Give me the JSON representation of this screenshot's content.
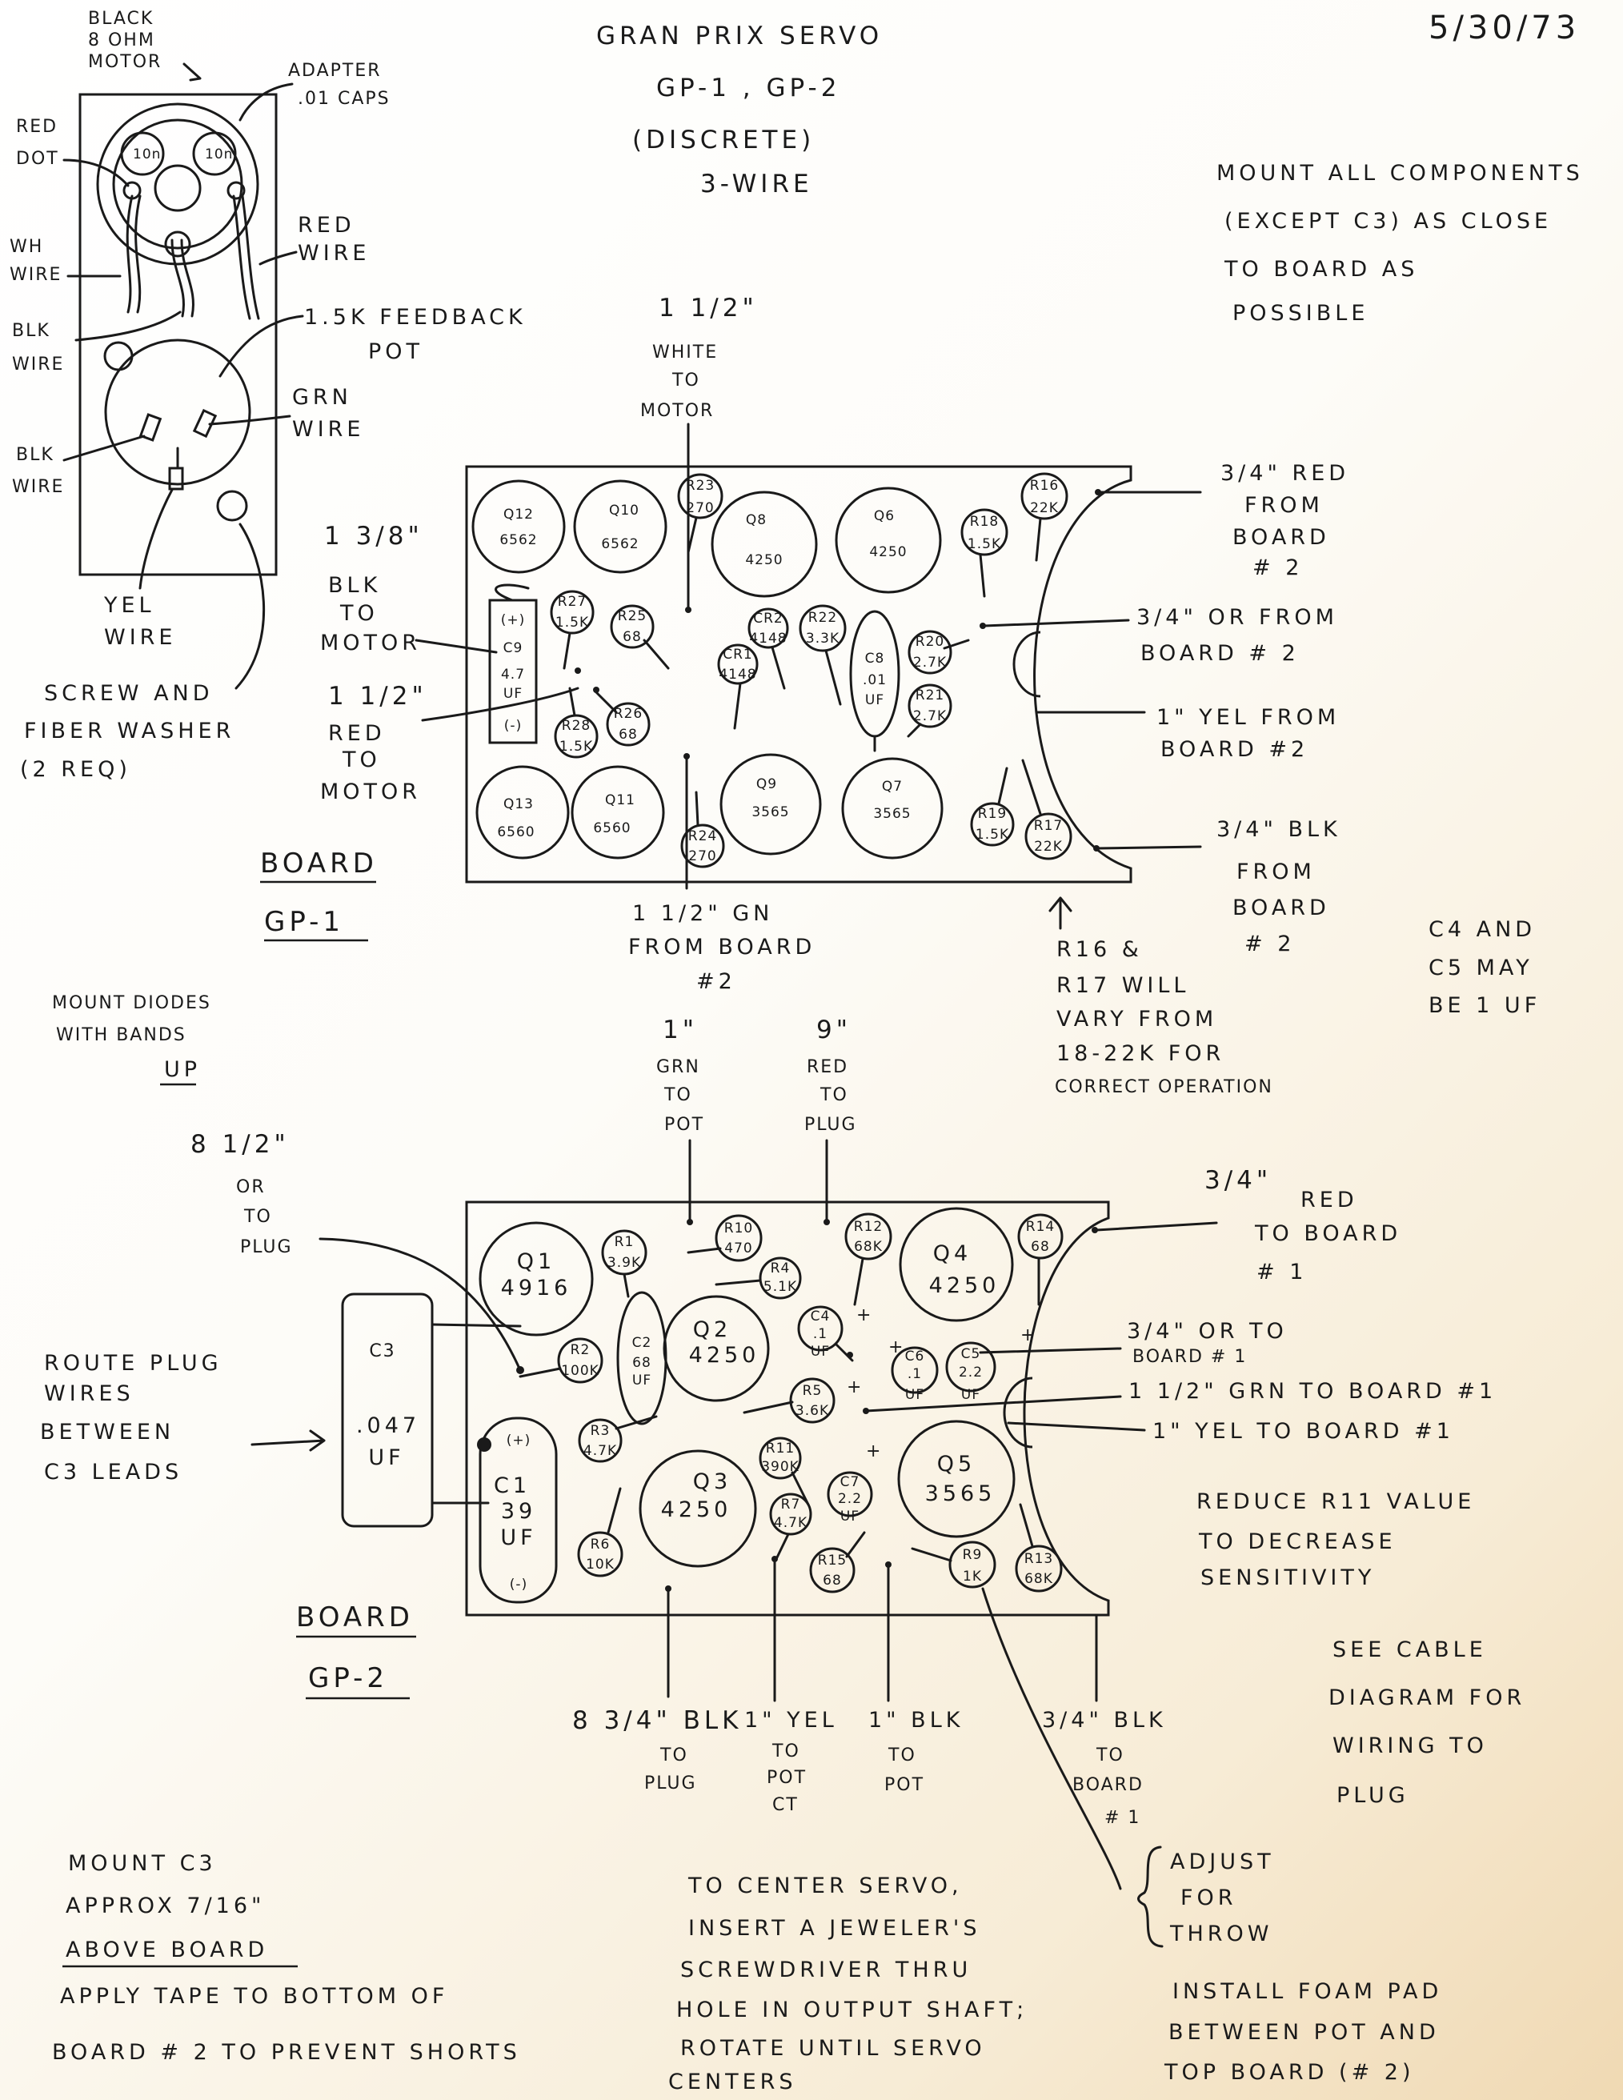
{
  "header": {
    "title_lines": [
      "GRAN PRIX SERVO",
      "GP-1 , GP-2",
      "(DISCRETE)",
      "3-WIRE"
    ],
    "date": "5/30/73"
  },
  "motor_view": {
    "labels": {
      "motor": [
        "BLACK",
        "8 OHM",
        "MOTOR"
      ],
      "adapter": [
        "ADAPTER",
        ".01 CAPS"
      ],
      "red_dot": [
        "RED",
        "DOT"
      ],
      "red_wire": [
        "RED",
        "WIRE"
      ],
      "wh_wire": [
        "WH",
        "WIRE"
      ],
      "blk_wire_top": [
        "BLK",
        "WIRE"
      ],
      "feedback_pot": [
        "1.5K FEEDBACK",
        "POT"
      ],
      "grn_wire": [
        "GRN",
        "WIRE"
      ],
      "blk_wire_bottom": [
        "BLK",
        "WIRE"
      ],
      "yel_wire": [
        "YEL",
        "WIRE"
      ],
      "screw": [
        "SCREW AND",
        "FIBER WASHER",
        "(2 REQ)"
      ]
    },
    "cap_marks": [
      "10n",
      "10n"
    ]
  },
  "notes": {
    "mount_all": [
      "MOUNT ALL COMPONENTS",
      "(EXCEPT C3) AS CLOSE",
      "TO BOARD AS",
      "POSSIBLE"
    ],
    "diodes": [
      "MOUNT DIODES",
      "WITH BANDS"
    ],
    "diodes_up": "UP",
    "c4c5": [
      "C4 AND",
      "C5 MAY",
      "BE 1 UF"
    ],
    "r16r17": [
      "R16 &",
      "R17 WILL",
      "VARY FROM",
      "18-22K FOR",
      "CORRECT OPERATION"
    ],
    "reduce_r11": [
      "REDUCE R11 VALUE",
      "TO DECREASE",
      "SENSITIVITY"
    ],
    "see_cable": [
      "SEE CABLE",
      "DIAGRAM FOR",
      "WIRING TO",
      "PLUG"
    ],
    "route_plug": [
      "ROUTE PLUG",
      "WIRES",
      "BETWEEN",
      "C3 LEADS"
    ],
    "adjust": [
      "ADJUST",
      "FOR",
      "THROW"
    ],
    "mount_c3": [
      "MOUNT C3",
      "APPROX 7/16\"",
      "ABOVE BOARD"
    ],
    "tape": [
      "APPLY TAPE TO BOTTOM OF",
      "BOARD # 2 TO PREVENT SHORTS"
    ],
    "center": [
      "TO CENTER SERVO,",
      "INSERT A JEWELER'S",
      "SCREWDRIVER THRU",
      "HOLE IN OUTPUT SHAFT;",
      "ROTATE UNTIL SERVO",
      "CENTERS"
    ],
    "foam": [
      "INSTALL FOAM PAD",
      "BETWEEN POT AND",
      "TOP BOARD (# 2)"
    ]
  },
  "board1": {
    "name": "BOARD",
    "id": "GP-1",
    "wires": {
      "white_motor": [
        "1 1/2\"",
        "WHITE",
        "TO",
        "MOTOR"
      ],
      "blk_motor": [
        "1 3/8\"",
        "BLK",
        "TO",
        "MOTOR"
      ],
      "red_motor": [
        "1 1/2\"",
        "RED",
        "TO",
        "MOTOR"
      ],
      "gn_board2": [
        "1 1/2\" GN",
        "FROM BOARD",
        "#2"
      ],
      "red_board2": [
        "3/4\" RED",
        "FROM",
        "BOARD",
        "# 2"
      ],
      "or_board2": [
        "3/4\" OR FROM",
        "BOARD # 2"
      ],
      "yel_board2": [
        "1\" YEL FROM",
        "BOARD #2"
      ],
      "blk_board2": [
        "3/4\" BLK",
        "FROM",
        "BOARD",
        "# 2"
      ]
    },
    "parts": {
      "Q12": [
        "Q12",
        "6562"
      ],
      "Q10": [
        "Q10",
        "6562"
      ],
      "Q8": [
        "Q8",
        "4250"
      ],
      "Q6": [
        "Q6",
        "4250"
      ],
      "Q13": [
        "Q13",
        "6560"
      ],
      "Q11": [
        "Q11",
        "6560"
      ],
      "Q9": [
        "Q9",
        "3565"
      ],
      "Q7": [
        "Q7",
        "3565"
      ],
      "R23": [
        "R23",
        "270"
      ],
      "R16": [
        "R16",
        "22K"
      ],
      "R18": [
        "R18",
        "1.5K"
      ],
      "R27": [
        "R27",
        "1.5K"
      ],
      "R25": [
        "R25",
        "68"
      ],
      "R26": [
        "R26",
        "68"
      ],
      "R28": [
        "R28",
        "1.5K"
      ],
      "R22": [
        "R22",
        "3.3K"
      ],
      "R20": [
        "R20",
        "2.7K"
      ],
      "R21": [
        "R21",
        "2.7K"
      ],
      "R24": [
        "R24",
        "270"
      ],
      "R19": [
        "R19",
        "1.5K"
      ],
      "R17": [
        "R17",
        "22K"
      ],
      "CR1": [
        "CR1",
        "4148"
      ],
      "CR2": [
        "CR2",
        "4148"
      ],
      "C8": [
        "C8",
        ".01",
        "UF"
      ],
      "C9": [
        "(+)",
        "C9",
        "4.7",
        "UF",
        "(-)"
      ]
    }
  },
  "board2": {
    "name": "BOARD",
    "id": "GP-2",
    "wires": {
      "grn_pot": [
        "1\"",
        "GRN",
        "TO",
        "POT"
      ],
      "red_plug_top": [
        "9\"",
        "RED",
        "TO",
        "PLUG"
      ],
      "or_plug": [
        "8 1/2\"",
        "OR",
        "TO",
        "PLUG"
      ],
      "red_board1": [
        "3/4\"",
        "RED",
        "TO BOARD",
        "# 1"
      ],
      "or_board1": [
        "3/4\" OR TO",
        "BOARD # 1"
      ],
      "grn_board1": "1 1/2\" GRN TO BOARD #1",
      "yel_board1": "1\" YEL TO BOARD #1",
      "blk_plug": [
        "8 3/4\" BLK",
        "TO",
        "PLUG"
      ],
      "yel_pot": [
        "1\" YEL",
        "TO",
        "POT",
        "CT"
      ],
      "blk_pot": [
        "1\" BLK",
        "TO",
        "POT"
      ],
      "blk_board1": [
        "3/4\" BLK",
        "TO",
        "BOARD",
        "# 1"
      ]
    },
    "parts": {
      "Q1": [
        "Q1",
        "4916"
      ],
      "Q2": [
        "Q2",
        "4250"
      ],
      "Q4": [
        "Q4",
        "4250"
      ],
      "Q3": [
        "Q3",
        "4250"
      ],
      "Q5": [
        "Q5",
        "3565"
      ],
      "R1": [
        "R1",
        "3.9K"
      ],
      "R10": [
        "R10",
        "470"
      ],
      "R12": [
        "R12",
        "68K"
      ],
      "R14": [
        "R14",
        "68"
      ],
      "R4": [
        "R4",
        "5.1K"
      ],
      "R2": [
        "R2",
        "100K"
      ],
      "R5": [
        "R5",
        "3.6K"
      ],
      "R3": [
        "R3",
        "4.7K"
      ],
      "R11": [
        "R11",
        "390K"
      ],
      "R7": [
        "R7",
        "4.7K"
      ],
      "R6": [
        "R6",
        "10K"
      ],
      "R15": [
        "R15",
        "68"
      ],
      "R9": [
        "R9",
        "1K"
      ],
      "R13": [
        "R13",
        "68K"
      ],
      "C2": [
        "C2",
        "68",
        "UF"
      ],
      "C4": [
        "C4",
        ".1",
        "UF"
      ],
      "C6": [
        "C6",
        ".1",
        "UF"
      ],
      "C5": [
        "C5",
        "2.2",
        "UF"
      ],
      "C7": [
        "C7",
        "2.2",
        "UF"
      ],
      "C1": [
        "(+)",
        "C1",
        "39",
        "UF",
        "(-)"
      ],
      "C3": [
        "C3",
        ".047",
        "UF"
      ]
    }
  }
}
